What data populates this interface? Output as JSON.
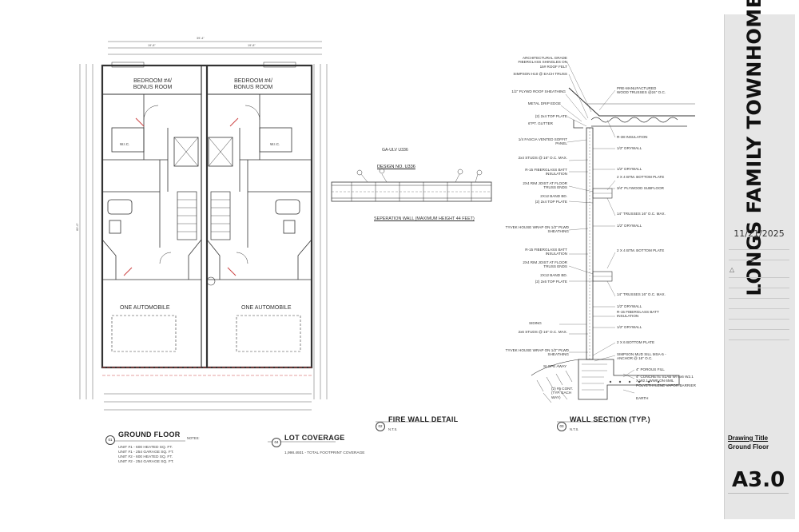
{
  "title_block": {
    "project_title": "LONGS FAMILY TOWNHOME",
    "date": "11/21/2025",
    "drawing_title_label": "Drawing Title",
    "drawing_title_value": "Ground Floor",
    "sheet_number": "A3.0",
    "revision_icon": "warning-triangle-icon"
  },
  "floor_plan": {
    "title": "GROUND FLOOR",
    "number": "01",
    "rooms": {
      "bedroom_left": "BEDROOM #4/ BONUS ROOM",
      "bedroom_right": "BEDROOM #4/ BONUS ROOM",
      "garage_left": "ONE AUTOMOBILE",
      "garage_right": "ONE AUTOMOBILE",
      "wic_left": "W.I.C.",
      "wic_right": "W.I.C."
    },
    "dims": {
      "overall_width": "39'-4\"",
      "half_left": "19'-8\"",
      "half_right": "19'-8\"",
      "overall_depth": "60'-0\""
    },
    "schedule": [
      "UNIT #1 - 600 HEATED SQ. FT.",
      "UNIT #1 - 254 GARAGE SQ. FT.",
      "UNIT #2 - 600 HEATED SQ. FT.",
      "UNIT #2 - 254 GARAGE SQ. FT."
    ],
    "notes_heading": "NOTES:"
  },
  "lot_coverage": {
    "title": "LOT COVERAGE",
    "number": "04",
    "text": "1,998.4931 - TOTAL FOOTPRINT COVERAGE"
  },
  "fire_wall_detail": {
    "title": "FIRE WALL DETAIL",
    "number": "02",
    "scale": "N.T.S.",
    "design_line1": "GA-ULV U336",
    "design_no": "DESIGN NO. U336",
    "section_title": "SEPERATION WALL (MAXIMUM HEIGHT 44 FEET)"
  },
  "wall_section": {
    "title": "WALL SECTION (TYP.)",
    "number": "03",
    "scale": "N.T.S.",
    "left_notes": [
      "ARCHITECTURAL GRADE FIBERGLASS SHINGLES ON 15# ROOF FELT",
      "SIMPSON H10 @ EACH TRUSS",
      "1/2\" PLYWD ROOF SHEATHING",
      "METAL DRIP EDGE",
      "(2) 2x4 TOP PLATE",
      "6\"PT. GUTTER",
      "1/4 FASCIA VENTED SOFFIT PANEL",
      "2x4 STUDS @ 16\" O.C. MAX.",
      "R-15 FIBERGLASS BATT INSULATION",
      "2X4 RIM JOIST AT FLOOR TRUSS ENDS",
      "2X12 BAND BD.",
      "(2) 2x4 TOP PLATE",
      "TYVEK HOUSE WRAP ON 1/2\" PLWD SHEATHING",
      "R-15 FIBERGLASS BATT INSULATION",
      "2X4 RIM JOIST AT FLOOR TRUSS ENDS",
      "2X12 BAND BD.",
      "(2) 2x6 TOP PLATE",
      "SIDING",
      "2x6 STUDS @ 16\" O.C. MAX.",
      "TYVEK HOUSE WRAP ON 1/2\" PLWD SHEATHING",
      "SLOPE AWAY",
      "(2) #5 CONT. (TYP. EACH WAY)"
    ],
    "right_notes": [
      "PRE-MANUFACTURED WOOD TRUSSES @24\" O.C.",
      "R-38 INSULATION",
      "1/2\" DRYWALL",
      "1/2\" DRYWALL",
      "2 X 4 BTM. BOTTOM PLATE",
      "3/4\" PLYWOOD SUBFLOOR",
      "14\" TRUSSES 16\" O.C. MAX.",
      "1/2\" DRYWALL",
      "2 X 4 BTM. BOTTOM PLATE",
      "14\" TRUSSES 16\" O.C. MAX.",
      "1/2\" DRYWALL",
      "R-15 FIBERGLASS BATT INSULATION",
      "1/2\" DRYWALL",
      "2 X 6 BOTTOM PLATE",
      "SIMPSON MUD SILL MSA-5 - ANCHOR @ 16\" O.C.",
      "4\" POROUS FILL",
      "4\" CONCRETE SLAB W/ 6x6 W2.1 X W2.1 WWF ON 6MIL POLYETHYLENE VAPOR BARRIER",
      "EARTH"
    ]
  }
}
